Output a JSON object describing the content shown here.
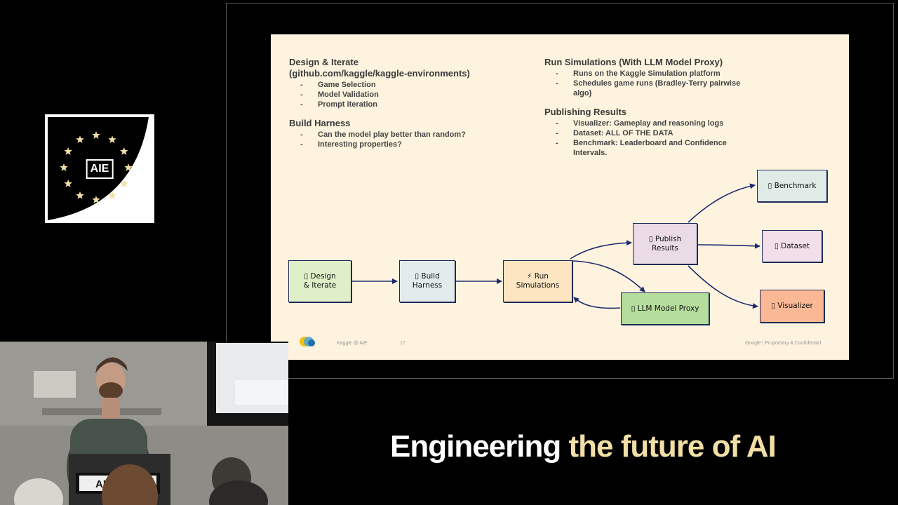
{
  "logo": {
    "text": "AIE",
    "background_color": "#ffffff",
    "shape_color": "#000000",
    "star_color": "#f2dfa6"
  },
  "slide": {
    "background_color": "#fdf3de",
    "left_column": [
      {
        "heading": "Design & Iterate\n(github.com/kaggle/kaggle-environments)",
        "items": [
          "Game Selection",
          "Model Validation",
          "Prompt iteration"
        ]
      },
      {
        "heading": "Build Harness",
        "items": [
          "Can the model play better than random?",
          "Interesting properties?"
        ]
      }
    ],
    "right_column": [
      {
        "heading": "Run Simulations (With LLM Model Proxy)",
        "items": [
          "Runs on the Kaggle Simulation platform",
          "Schedules game runs (Bradley-Terry pairwise algo)"
        ]
      },
      {
        "heading": "Publishing Results",
        "items": [
          "Visualizer: Gameplay and reasoning logs",
          "Dataset: ALL OF THE DATA",
          "Benchmark: Leaderboard and Confidence Intervals."
        ]
      }
    ],
    "diagram": {
      "nodes": {
        "design": {
          "label": "▯ Design\n& Iterate",
          "color": "#dff0c8"
        },
        "build": {
          "label": "▯ Build\nHarness",
          "color": "#e3ecec"
        },
        "run": {
          "label": "⚡ Run\nSimulations",
          "color": "#fce5c0"
        },
        "proxy": {
          "label": "▯ LLM Model Proxy",
          "color": "#b5dd9c"
        },
        "publish": {
          "label": "▯ Publish\nResults",
          "color": "#eadbe6"
        },
        "benchmark": {
          "label": "▯ Benchmark",
          "color": "#e0ebe8"
        },
        "dataset": {
          "label": "▯ Dataset",
          "color": "#f2dfea"
        },
        "visualizer": {
          "label": "▯ Visualizer",
          "color": "#fbb894"
        }
      },
      "edge_color": "#1d2a6e"
    },
    "footer": {
      "left_text": "Kaggle @ AIE",
      "page_number": "17",
      "right_text": "Google  |  Proprietary & Confidential"
    }
  },
  "camera": {
    "podium_text": "AI En"
  },
  "tagline": {
    "part1": "Engineering",
    "part2": "the future of AI",
    "accent_color": "#f2dfa6"
  }
}
